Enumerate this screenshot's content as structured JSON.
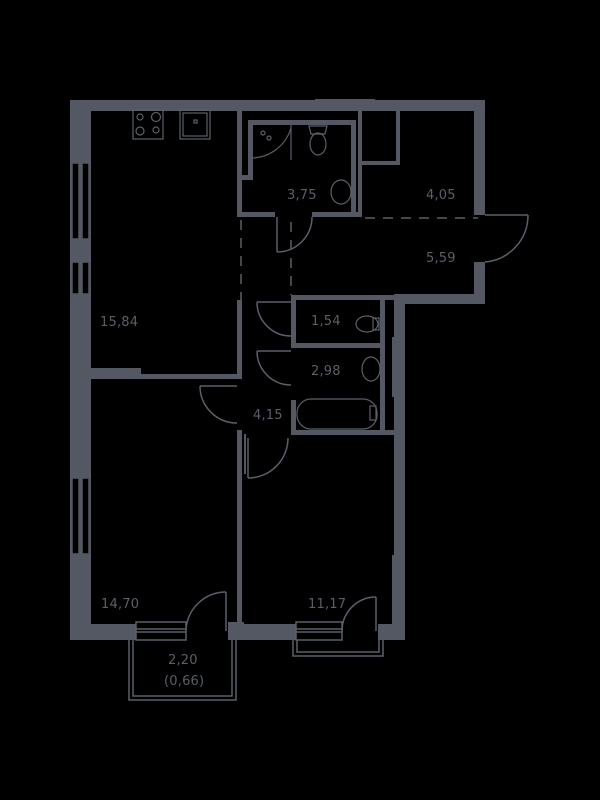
{
  "plan": {
    "colors": {
      "background": "#000000",
      "wall": "#545863",
      "line": "#5b5f69",
      "label": "#5b5f69"
    },
    "rooms": [
      {
        "id": "kitchen-living",
        "area": "15,84"
      },
      {
        "id": "bathroom-1",
        "area": "3,75"
      },
      {
        "id": "storage",
        "area": "4,05"
      },
      {
        "id": "hall",
        "area": "5,59"
      },
      {
        "id": "toilet",
        "area": "1,54"
      },
      {
        "id": "bathroom-2",
        "area": "2,98"
      },
      {
        "id": "corridor",
        "area": "4,15"
      },
      {
        "id": "bedroom-1",
        "area": "14,70"
      },
      {
        "id": "bedroom-2",
        "area": "11,17"
      },
      {
        "id": "balcony",
        "area": "2,20",
        "area_reduced": "(0,66)"
      }
    ]
  }
}
